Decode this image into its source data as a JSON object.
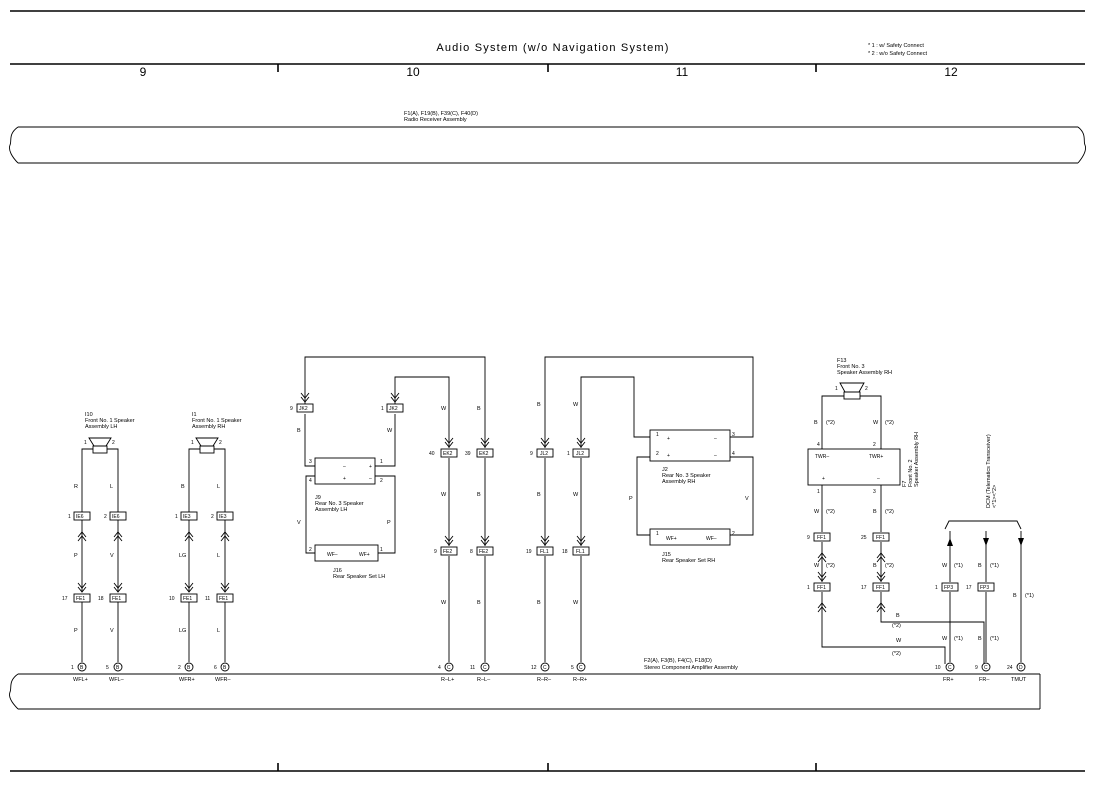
{
  "header": {
    "title": "Audio System (w/o Navigation System)",
    "notes": [
      "* 1 : w/ Safety Connect",
      "* 2 : w/o Safety Connect"
    ],
    "columns": [
      "9",
      "10",
      "11",
      "12"
    ]
  },
  "radio": {
    "line1": "F1(A), F19(B), F39(C), F40(D)",
    "line2": "Radio Receiver Assembly"
  },
  "amplifier": {
    "line1": "F2(A), F3(B), F4(C), F18(D)",
    "line2": "Stereo Component Amplifier Assembly"
  },
  "components": {
    "i10_id": "I10",
    "i10_n1": "Front No. 1 Speaker",
    "i10_n2": "Assembly LH",
    "i1_id": "I1",
    "i1_n1": "Front No. 1 Speaker",
    "i1_n2": "Assembly RH",
    "j9_id": "J9",
    "j9_n1": "Rear No. 3 Speaker",
    "j9_n2": "Assembly LH",
    "j16_id": "J16",
    "j16_n1": "Rear Speaker Set LH",
    "j2_id": "J2",
    "j2_n1": "Rear No. 3 Speaker",
    "j2_n2": "Assembly RH",
    "j15_id": "J15",
    "j15_n1": "Rear Speaker Set RH",
    "f13_id": "F13",
    "f13_n1": "Front No. 3",
    "f13_n2": "Speaker Assembly RH",
    "f7_id": "F7",
    "f7_n1": "Front No. 2",
    "f7_n2": "Speaker Assembly RH",
    "dcm_n1": "DCM (Telematics Transceiver)",
    "dcm_n2": "<*1><*2>"
  },
  "pins": {
    "wfl_plus": "WFL+",
    "wfl_minus": "WFL–",
    "wfr_plus": "WFR+",
    "wfr_minus": "WFR–",
    "rl_plus": "R–L+",
    "rl_minus": "R–L–",
    "rr_minus": "R–R–",
    "rr_plus": "R–R+",
    "fr_plus": "FR+",
    "fr_minus": "FR–",
    "tmut": "TMUT",
    "wf_plus": "WF+",
    "wf_minus": "WF–",
    "twr_minus": "TWR–",
    "twr_plus": "TWR+",
    "plus": "+",
    "minus": "–",
    "n1": "1",
    "n2": "2",
    "n3": "3",
    "n4": "4",
    "n5": "5",
    "n6": "6",
    "n8": "8",
    "n9": "9",
    "n10": "10",
    "n11": "11",
    "n12": "12",
    "n17": "17",
    "n18": "18",
    "n19": "19",
    "n24": "24",
    "n25": "25",
    "n39": "39",
    "n40": "40",
    "B": "B",
    "C": "C",
    "D": "D"
  },
  "connectors": {
    "ie6": "IE6",
    "ie3": "IE3",
    "fe1": "FE1",
    "fe2": "FE2",
    "ek2": "EK2",
    "jk2": "JK2",
    "jl2": "JL2",
    "fl1": "FL1",
    "ff1": "FF1",
    "fp3": "FP3"
  },
  "wires": {
    "R": "R",
    "L": "L",
    "P": "P",
    "V": "V",
    "B": "B",
    "W": "W",
    "LG": "LG",
    "s1": "(*1)",
    "s2": "(*2)"
  }
}
